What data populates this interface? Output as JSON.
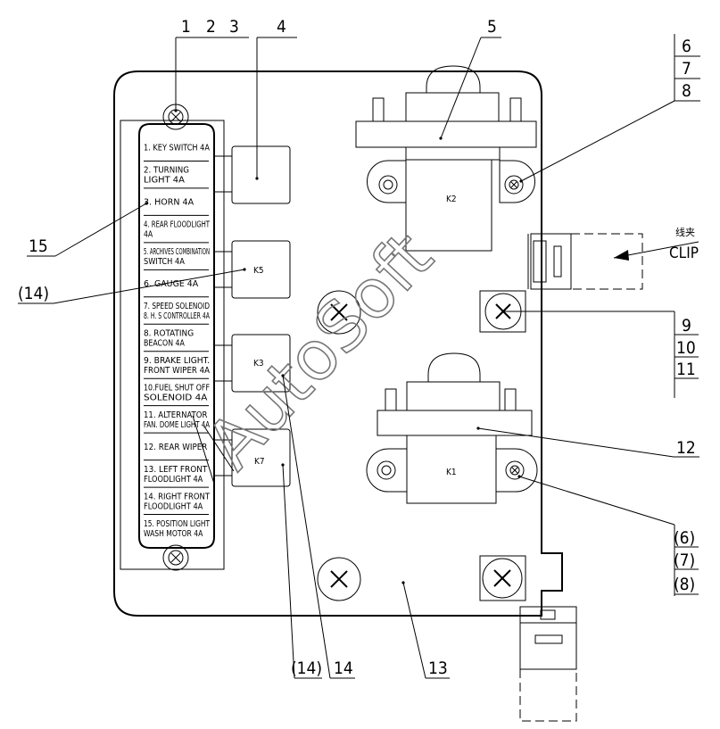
{
  "callouts": {
    "c1": "1",
    "c2": "2",
    "c3": "3",
    "c4": "4",
    "c5": "5",
    "c6": "6",
    "c7": "7",
    "c8": "8",
    "c9": "9",
    "c10": "10",
    "c11": "11",
    "c12": "12",
    "c13": "13",
    "c14": "14",
    "c15": "15",
    "c14p_left": "(14)",
    "c14p_bottom": "(14)",
    "c6p": "(6)",
    "c7p": "(7)",
    "c8p": "(8)"
  },
  "relays": {
    "k1": "K1",
    "k2": "K2",
    "k3": "K3",
    "k5": "K5",
    "k7": "K7"
  },
  "clip": {
    "cn": "线夹",
    "en": "CLIP"
  },
  "fuse_list": [
    [
      "1. KEY SWITCH  4A"
    ],
    [
      "2. TURNING",
      "LIGHT  4A"
    ],
    [
      "3. HORN  4A"
    ],
    [
      "4. REAR FLOODLIGHT",
      "4A"
    ],
    [
      "5. ARCHIVES COMBINATION",
      "SWITCH 4A"
    ],
    [
      "6. GAUGE  4A"
    ],
    [
      "7. SPEED SOLENOID",
      "8. H. S CONTROLLER 4A"
    ],
    [
      "8. ROTATING",
      "BEACON 4A"
    ],
    [
      "9. BRAKE LIGHT.",
      "FRONT WIPER  4A"
    ],
    [
      "10.FUEL SHUT OFF",
      "SOLENOID    4A"
    ],
    [
      "11. ALTERNATOR",
      "FAN. DOME LIGHT 4A"
    ],
    [
      "12. REAR WIPER"
    ],
    [
      "13. LEFT FRONT",
      "FLOODLIGHT 4A"
    ],
    [
      "14. RIGHT FRONT",
      "FLOODLIGHT 4A"
    ],
    [
      "15. POSITION LIGHT",
      "WASH MOTOR 4A"
    ]
  ],
  "watermark": "AutoSoft"
}
